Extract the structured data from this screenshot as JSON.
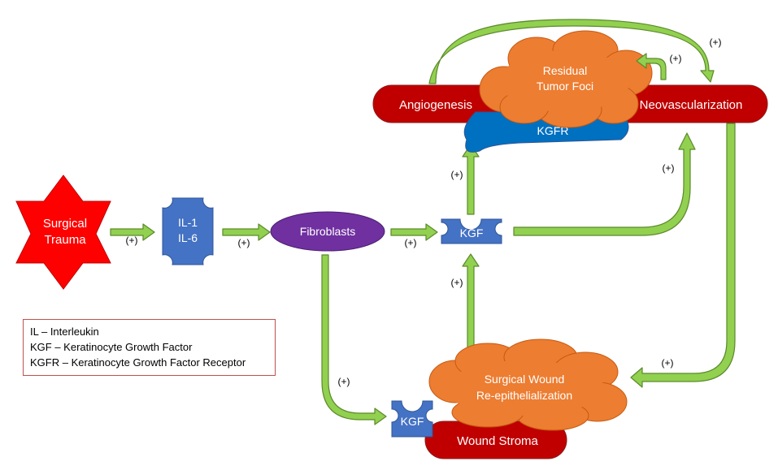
{
  "colors": {
    "arrow_fill": "#92d050",
    "arrow_stroke": "#5b8a2a",
    "trauma_red": "#ff0000",
    "node_blue": "#4472c4",
    "fibroblast_purple": "#7030a0",
    "cloud_orange": "#ed7d31",
    "band_red": "#c00000",
    "kgfr_blue": "#0070c0",
    "legend_border": "#c0504d"
  },
  "nodes": {
    "surgical_trauma": [
      "Surgical",
      "Trauma"
    ],
    "interleukins": [
      "IL-1",
      "IL-6"
    ],
    "fibroblasts": "Fibroblasts",
    "kgf_center": "KGF",
    "kgf_bottom": "KGF",
    "residual_tumor": [
      "Residual",
      "Tumor Foci"
    ],
    "angiogenesis": "Angiogenesis",
    "neovascularization": "Neovascularization",
    "kgfr": "KGFR",
    "wound_reepi": [
      "Surgical Wound",
      "Re-epithelialization"
    ],
    "wound_stroma": "Wound Stroma"
  },
  "edges": [
    {
      "from": "surgical_trauma",
      "to": "interleukins",
      "sign": "(+)"
    },
    {
      "from": "interleukins",
      "to": "fibroblasts",
      "sign": "(+)"
    },
    {
      "from": "fibroblasts",
      "to": "kgf_center",
      "sign": "(+)"
    },
    {
      "from": "fibroblasts",
      "to": "kgf_bottom",
      "sign": "(+)"
    },
    {
      "from": "kgf_center",
      "to": "kgfr",
      "sign": "(+)"
    },
    {
      "from": "kgf_center",
      "to": "neovascularization",
      "sign": "(+)"
    },
    {
      "from": "wound_reepi",
      "to": "kgf_center",
      "sign": "(+)"
    },
    {
      "from": "neovascularization",
      "to": "wound_reepi",
      "sign": "(+)"
    },
    {
      "from": "angiogenesis",
      "to": "neovascularization",
      "sign": "(+)"
    },
    {
      "from": "residual_tumor",
      "to": "residual_tumor",
      "sign": "(+)"
    }
  ],
  "legend": [
    "IL – Interleukin",
    "KGF – Keratinocyte Growth Factor",
    "KGFR – Keratinocyte Growth Factor Receptor"
  ]
}
